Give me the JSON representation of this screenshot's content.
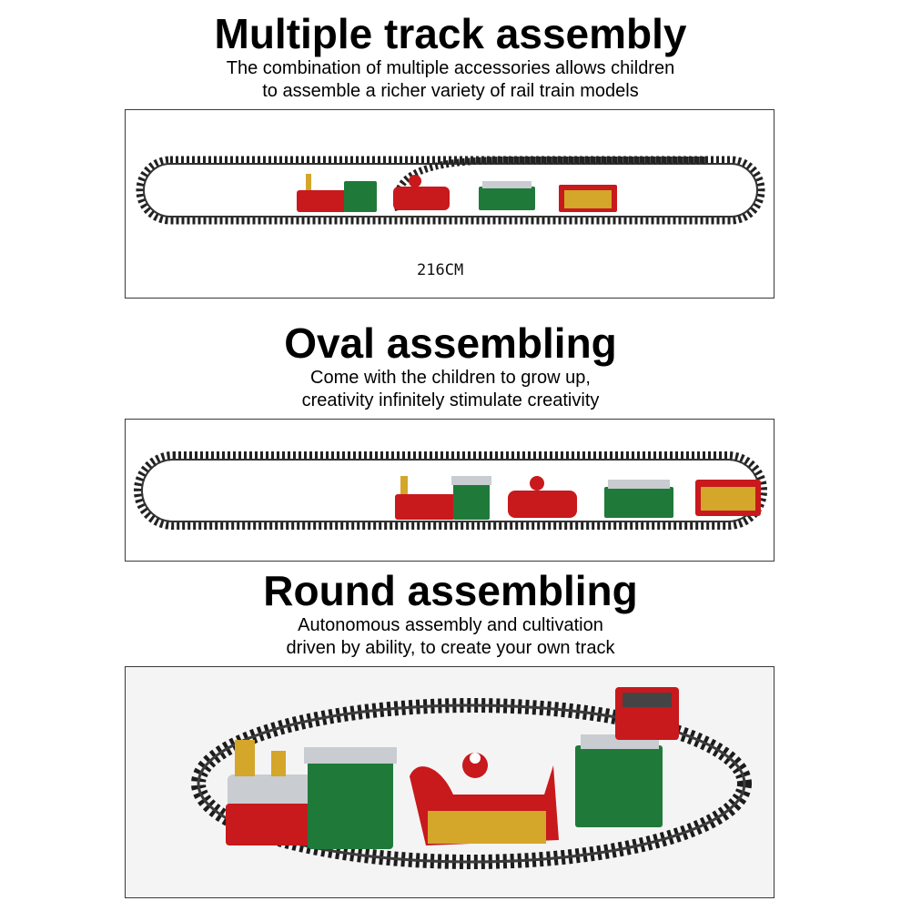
{
  "sections": [
    {
      "title": "Multiple track assembly",
      "subtitle_lines": [
        "The combination of multiple accessories allows children",
        "to assemble a richer variety of rail train models"
      ],
      "dimension_label": "216CM"
    },
    {
      "title": "Oval assembling",
      "subtitle_lines": [
        "Come with the children to grow up,",
        "creativity infinitely stimulate creativity"
      ]
    },
    {
      "title": "Round assembling",
      "subtitle_lines": [
        "Autonomous assembly and cultivation",
        "driven by ability, to create your own track"
      ]
    }
  ],
  "colors": {
    "track": "#222222",
    "locomotive_red": "#c8191c",
    "car_green": "#1f7a3a",
    "gold": "#d4a62a",
    "silver": "#c9ccd1"
  }
}
